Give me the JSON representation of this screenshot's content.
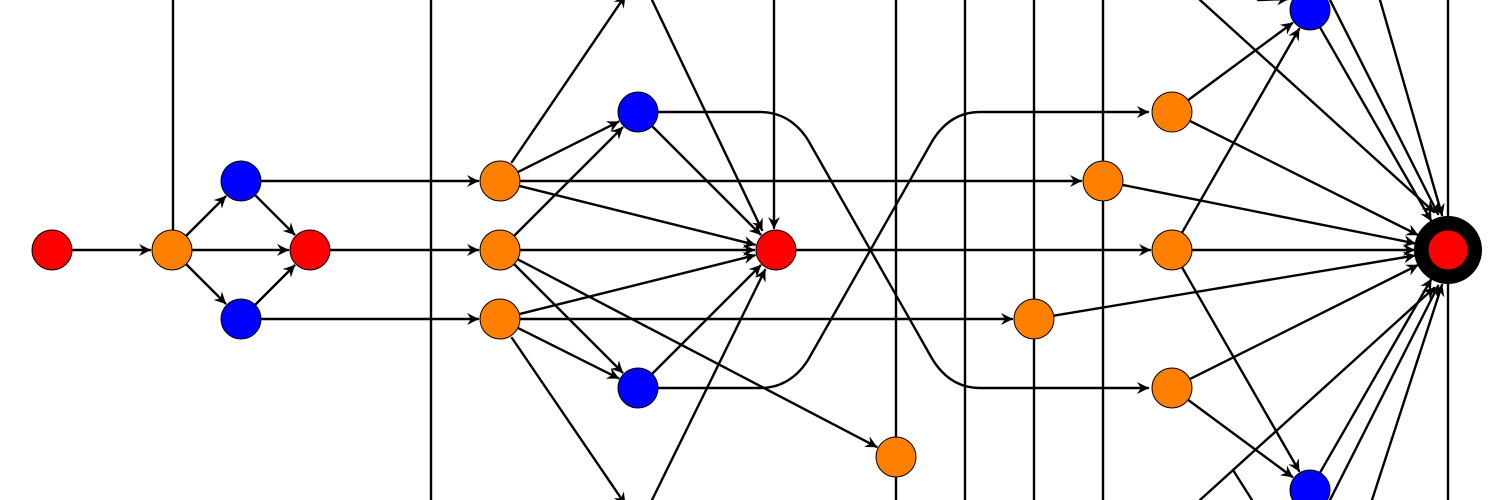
{
  "colors": {
    "red": "#ff0000",
    "orange": "#ff8000",
    "blue": "#0000ff",
    "edge": "#000000",
    "background": "#ffffff"
  },
  "nodes": [
    {
      "id": "n-start",
      "kind": "red"
    },
    {
      "id": "n-split-1",
      "kind": "orange"
    },
    {
      "id": "n-blue-1",
      "kind": "blue"
    },
    {
      "id": "n-blue-2",
      "kind": "blue"
    },
    {
      "id": "n-merge-1",
      "kind": "red"
    },
    {
      "id": "n-orange-2",
      "kind": "orange"
    },
    {
      "id": "n-orange-3",
      "kind": "orange"
    },
    {
      "id": "n-orange-4",
      "kind": "orange"
    },
    {
      "id": "n-blue-3",
      "kind": "blue"
    },
    {
      "id": "n-blue-4",
      "kind": "blue"
    },
    {
      "id": "n-merge-2",
      "kind": "red"
    },
    {
      "id": "n-orange-5",
      "kind": "orange"
    },
    {
      "id": "n-orange-6",
      "kind": "orange"
    },
    {
      "id": "n-orange-7",
      "kind": "orange"
    },
    {
      "id": "n-orange-8",
      "kind": "orange"
    },
    {
      "id": "n-orange-9",
      "kind": "orange"
    },
    {
      "id": "n-orange-10",
      "kind": "orange"
    },
    {
      "id": "n-blue-5",
      "kind": "blue"
    },
    {
      "id": "n-blue-6",
      "kind": "blue"
    },
    {
      "id": "n-end",
      "kind": "red",
      "terminal": true
    }
  ],
  "edges": [
    {
      "from": "n-start",
      "to": "n-split-1"
    },
    {
      "from": "n-split-1",
      "to": "n-blue-1"
    },
    {
      "from": "n-split-1",
      "to": "n-blue-2"
    },
    {
      "from": "n-split-1",
      "to": "n-merge-1"
    },
    {
      "from": "n-blue-1",
      "to": "n-merge-1"
    },
    {
      "from": "n-blue-2",
      "to": "n-merge-1"
    },
    {
      "from": "n-blue-1",
      "to": "n-orange-2"
    },
    {
      "from": "n-merge-1",
      "to": "n-orange-3"
    },
    {
      "from": "n-blue-2",
      "to": "n-orange-4"
    },
    {
      "from": "n-orange-2",
      "to": "n-blue-3"
    },
    {
      "from": "n-orange-3",
      "to": "n-blue-3"
    },
    {
      "from": "n-orange-3",
      "to": "n-blue-4"
    },
    {
      "from": "n-orange-4",
      "to": "n-blue-4"
    },
    {
      "from": "n-orange-2",
      "to": "n-merge-2"
    },
    {
      "from": "n-orange-3",
      "to": "n-merge-2"
    },
    {
      "from": "n-orange-4",
      "to": "n-merge-2"
    },
    {
      "from": "n-blue-3",
      "to": "n-merge-2"
    },
    {
      "from": "n-blue-4",
      "to": "n-merge-2"
    },
    {
      "from": "n-orange-3",
      "to": "n-orange-5"
    },
    {
      "from": "n-orange-2",
      "to": "n-orange-7"
    },
    {
      "from": "n-orange-4",
      "to": "n-orange-6"
    },
    {
      "from": "n-merge-2",
      "to": "n-orange-9"
    },
    {
      "from": "n-blue-3",
      "to": "n-orange-10"
    },
    {
      "from": "n-blue-4",
      "to": "n-orange-8"
    },
    {
      "from": "n-orange-8",
      "to": "n-blue-5"
    },
    {
      "from": "n-orange-9",
      "to": "n-blue-5"
    },
    {
      "from": "n-orange-10",
      "to": "n-blue-6"
    },
    {
      "from": "n-orange-9",
      "to": "n-blue-6"
    },
    {
      "from": "n-orange-8",
      "to": "n-end"
    },
    {
      "from": "n-orange-7",
      "to": "n-end"
    },
    {
      "from": "n-orange-9",
      "to": "n-end"
    },
    {
      "from": "n-orange-6",
      "to": "n-end"
    },
    {
      "from": "n-orange-10",
      "to": "n-end"
    },
    {
      "from": "n-blue-5",
      "to": "n-end"
    },
    {
      "from": "n-blue-6",
      "to": "n-end"
    }
  ]
}
